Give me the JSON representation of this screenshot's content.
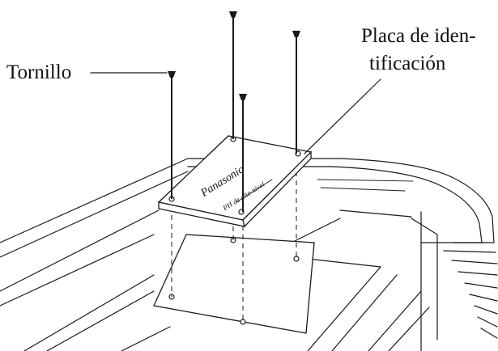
{
  "labels": {
    "screw": "Tornillo",
    "plate_line1": "Placa de iden-",
    "plate_line2": "tificación"
  },
  "parts": {
    "screws": [
      "screw-1",
      "screw-2",
      "screw-3",
      "screw-4"
    ],
    "plate_logo": "Panasonic",
    "plate_text": "PH de alto nivel"
  },
  "colors": {
    "line": "#1a1a1a",
    "background": "#ffffff"
  }
}
